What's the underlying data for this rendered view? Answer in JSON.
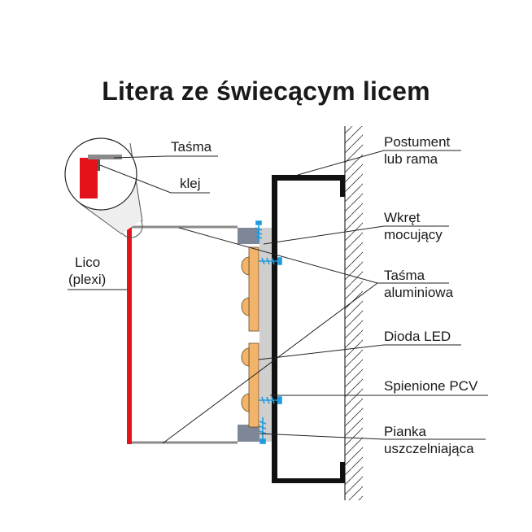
{
  "title": "Litera ze świecącym licem",
  "labels": {
    "tasma_detail": "Taśma",
    "klej": "klej",
    "lico_line1": "Lico",
    "lico_line2": "(plexi)",
    "postument_line1": "Postument",
    "postument_line2": "lub rama",
    "wkret_line1": "Wkręt",
    "wkret_line2": "mocujący",
    "tasma_al_line1": "Taśma",
    "tasma_al_line2": "aluminiowa",
    "dioda": "Dioda LED",
    "spienione": "Spienione PCV",
    "pianka_line1": "Pianka",
    "pianka_line2": "uszczelniająca"
  },
  "colors": {
    "lico_red": "#e3121b",
    "frame_black": "#111111",
    "pcv_gray": "#cfcfcf",
    "foam_slate": "#7e8797",
    "led_orange": "#f2b46a",
    "screw_blue": "#1e9be0",
    "strip_gray": "#8a8a8a",
    "line_dark": "#222222"
  }
}
